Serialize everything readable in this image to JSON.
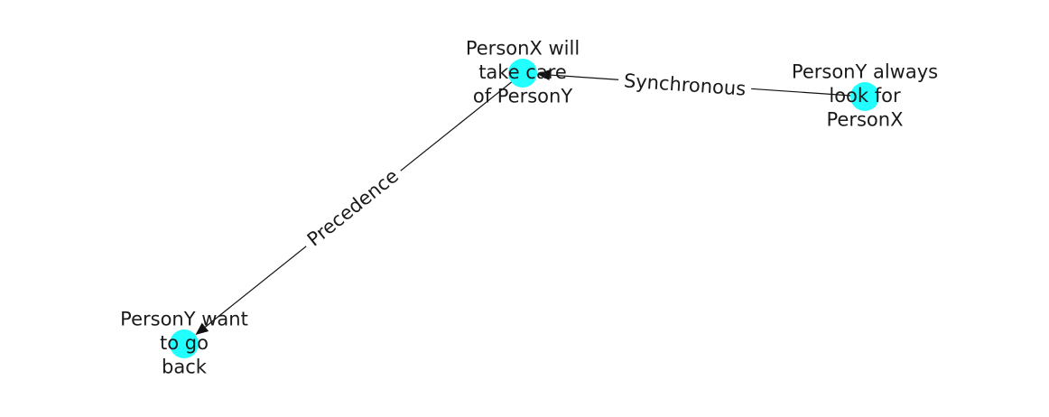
{
  "graph": {
    "colors": {
      "node_fill": "#22ffff",
      "edge": "#111111",
      "text": "#1a1a1a"
    },
    "nodes": [
      {
        "id": "n1",
        "lines": [
          "PersonX will",
          "take care",
          "of PersonY"
        ]
      },
      {
        "id": "n2",
        "lines": [
          "PersonY always",
          "look for",
          "PersonX"
        ]
      },
      {
        "id": "n3",
        "lines": [
          "PersonY want",
          "to go",
          "back"
        ]
      }
    ],
    "edges": [
      {
        "id": "e1",
        "from": "n2",
        "to": "n1",
        "label": "Synchronous"
      },
      {
        "id": "e2",
        "from": "n1",
        "to": "n3",
        "label": "Precedence"
      }
    ]
  }
}
